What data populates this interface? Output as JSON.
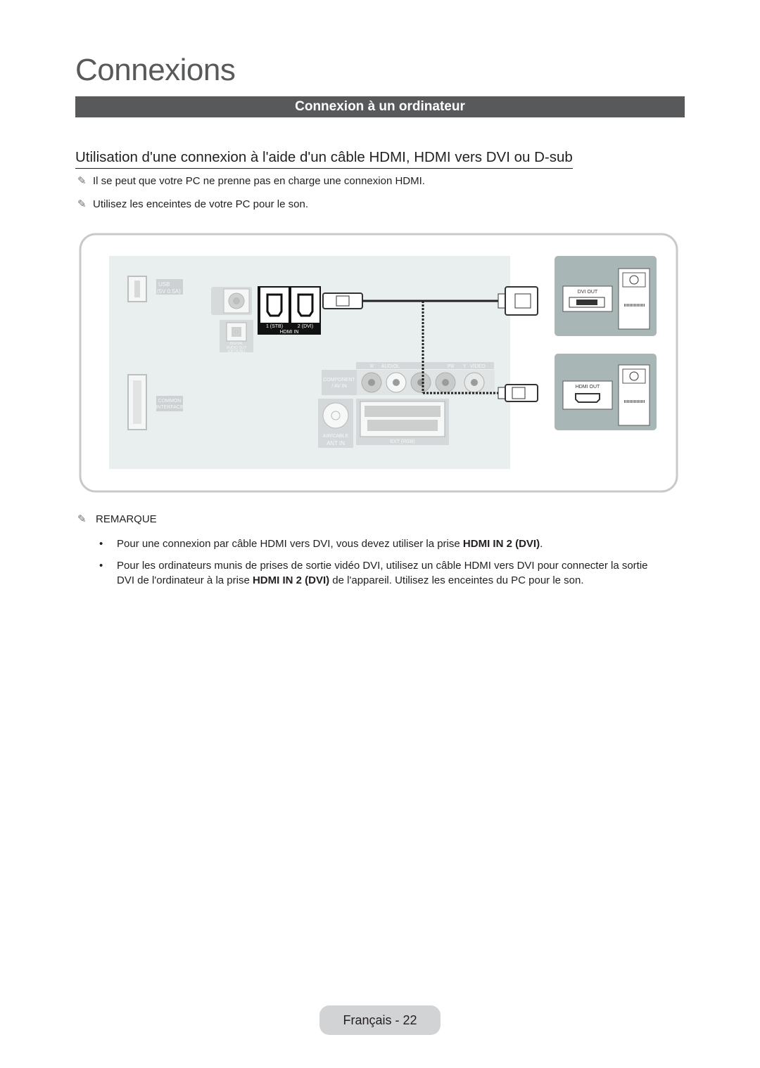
{
  "header": {
    "title": "Connexions"
  },
  "section": {
    "title": "Connexion à un ordinateur"
  },
  "subheading": "Utilisation d'une connexion à l'aide d'un câble HDMI, HDMI vers DVI ou D-sub",
  "notes": [
    "Il se peut que votre PC ne prenne pas en charge une connexion HDMI.",
    "Utilisez les enceintes de votre PC pour le son."
  ],
  "note_icon": "pencil-note-icon",
  "diagram": {
    "tv_panel": {
      "usb_label": "USB",
      "usb_power": "(5V 0.5A)",
      "hdmi1_label": "1 (STB)",
      "hdmi2_label": "2 (DVI)",
      "hdmi_in_label": "HDMI IN",
      "digital_audio_label_1": "DIGITAL",
      "digital_audio_label_2": "AUDIO OUT",
      "digital_audio_label_3": "(OPTICAL)",
      "common_interface_1": "COMMON",
      "common_interface_2": "INTERFACE",
      "component_1": "COMPONENT",
      "component_2": "/ AV IN",
      "audio_label": "AUDIO",
      "audio_r": "R",
      "audio_l": "L",
      "video_label": "VIDEO",
      "video_y": "Y",
      "pb_label": "PB",
      "air_cable_label": "AIR/CABLE",
      "ant_in_label": "ANT IN",
      "ext_rgb_label": "EXT (RGB)"
    },
    "pc_dvi": {
      "port_label": "DVI OUT"
    },
    "pc_hdmi": {
      "port_label": "HDMI OUT"
    }
  },
  "remark": {
    "title": "REMARQUE",
    "bullets": [
      {
        "text": "Pour une connexion par câble HDMI vers DVI, vous devez utiliser la prise ",
        "bold": "HDMI IN 2 (DVI)",
        "after": "."
      },
      {
        "text": "Pour les ordinateurs munis de prises de sortie vidéo DVI, utilisez un câble HDMI vers DVI pour connecter la sortie DVI de l'ordinateur à la prise ",
        "bold": "HDMI IN 2 (DVI)",
        "after": " de l'appareil. Utilisez les enceintes du PC pour le son."
      }
    ]
  },
  "footer": {
    "page_label": "Français - 22"
  }
}
